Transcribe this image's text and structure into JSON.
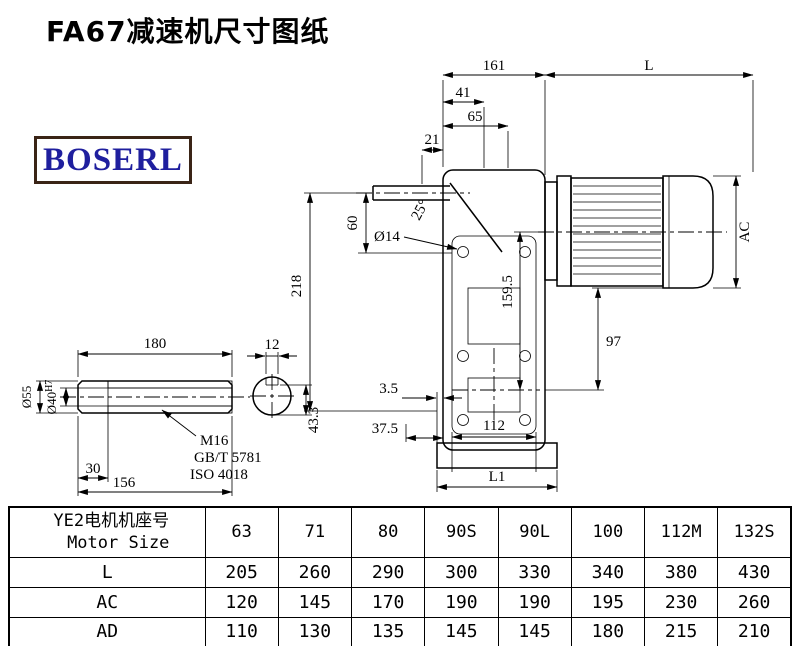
{
  "page": {
    "title": "FA67减速机尺寸图纸"
  },
  "logo": {
    "text": "BOSERL",
    "text_color": "#1f1f9e",
    "border_color": "#3a2416"
  },
  "main_drawing": {
    "dim_161": "161",
    "dim_L": "L",
    "dim_41": "41",
    "dim_65": "65",
    "dim_21": "21",
    "dim_60": "60",
    "dim_218": "218",
    "dim_dia14": "Ø14",
    "dim_angle25": "25°",
    "dim_159_5": "159.5",
    "dim_AC": "AC",
    "dim_97": "97",
    "dim_3_5": "3.5",
    "dim_37_5": "37.5",
    "dim_112": "112",
    "dim_L1": "L1"
  },
  "shaft_detail": {
    "dim_180": "180",
    "dim_12": "12",
    "dim_dia55": "Ø55",
    "dim_dia40": "Ø40",
    "dim_dia40_tol": "H7",
    "dim_30": "30",
    "dim_156": "156",
    "label_m16": "M16",
    "label_gb": "GB/T 5781",
    "label_iso": "ISO 4018",
    "dim_43_3": "43.3"
  },
  "table": {
    "header_label_cn": "YE2电机机座号",
    "header_label_en": "Motor Size",
    "sizes": [
      "63",
      "71",
      "80",
      "90S",
      "90L",
      "100",
      "112M",
      "132S"
    ],
    "rows": [
      {
        "label": "L",
        "values": [
          "205",
          "260",
          "290",
          "300",
          "330",
          "340",
          "380",
          "430"
        ]
      },
      {
        "label": "AC",
        "values": [
          "120",
          "145",
          "170",
          "190",
          "190",
          "195",
          "230",
          "260"
        ]
      },
      {
        "label": "AD",
        "values": [
          "110",
          "130",
          "135",
          "145",
          "145",
          "180",
          "215",
          "210"
        ]
      }
    ]
  }
}
